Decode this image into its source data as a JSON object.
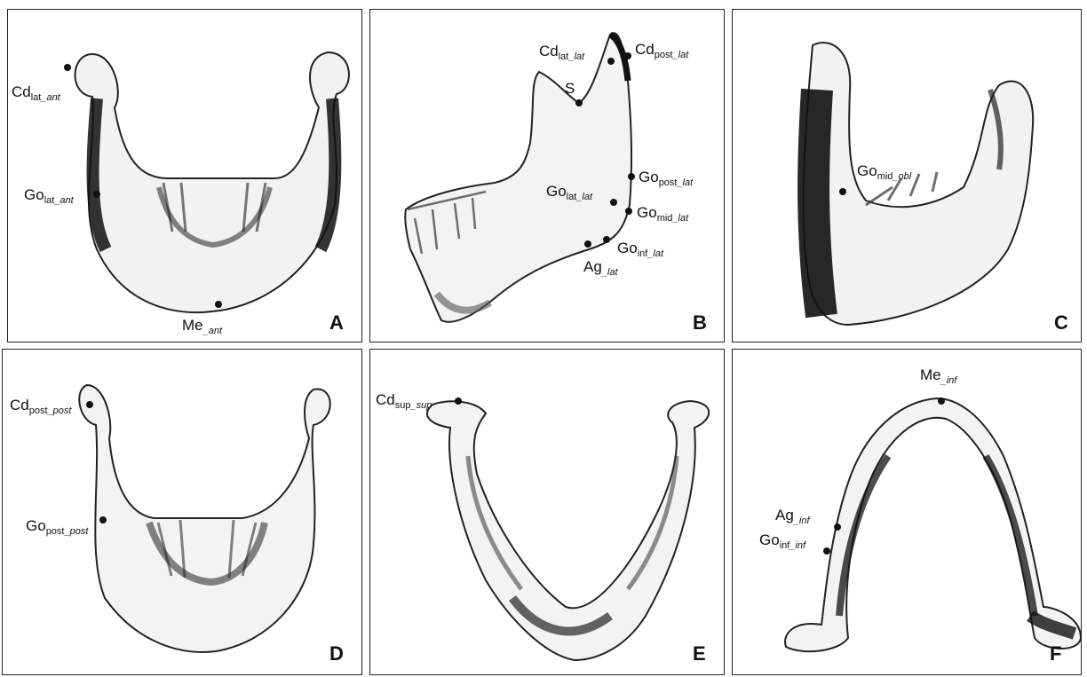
{
  "panels": {
    "A": {
      "letter": "A",
      "landmarks": {
        "cd": {
          "base": "Cd",
          "sub": "lat",
          "it": "_ant"
        },
        "go": {
          "base": "Go",
          "sub": "lat",
          "it": "_ant"
        },
        "me": {
          "base": "Me",
          "sub": "",
          "it": "_ant"
        }
      }
    },
    "B": {
      "letter": "B",
      "landmarks": {
        "cdlat": {
          "base": "Cd",
          "sub": "lat",
          "it": "_lat"
        },
        "cdpost": {
          "base": "Cd",
          "sub": "post",
          "it": "_lat"
        },
        "s": {
          "base": "S",
          "sub": "",
          "it": ""
        },
        "gopost": {
          "base": "Go",
          "sub": "post",
          "it": "_lat"
        },
        "golat": {
          "base": "Go",
          "sub": "lat",
          "it": "_lat"
        },
        "gomid": {
          "base": "Go",
          "sub": "mid",
          "it": "_lat"
        },
        "goinf": {
          "base": "Go",
          "sub": "inf",
          "it": "_lat"
        },
        "ag": {
          "base": "Ag",
          "sub": "",
          "it": "_lat"
        }
      }
    },
    "C": {
      "letter": "C",
      "landmarks": {
        "gomid": {
          "base": "Go",
          "sub": "mid",
          "it": "_obl"
        }
      }
    },
    "D": {
      "letter": "D",
      "landmarks": {
        "cd": {
          "base": "Cd",
          "sub": "post",
          "it": "_post"
        },
        "go": {
          "base": "Go",
          "sub": "post",
          "it": "_post"
        }
      }
    },
    "E": {
      "letter": "E",
      "landmarks": {
        "cd": {
          "base": "Cd",
          "sub": "sup",
          "it": "_sup"
        }
      }
    },
    "F": {
      "letter": "F",
      "landmarks": {
        "me": {
          "base": "Me",
          "sub": "",
          "it": "_inf"
        },
        "ag": {
          "base": "Ag",
          "sub": "",
          "it": "_inf"
        },
        "go": {
          "base": "Go",
          "sub": "inf",
          "it": "_inf"
        }
      }
    }
  }
}
